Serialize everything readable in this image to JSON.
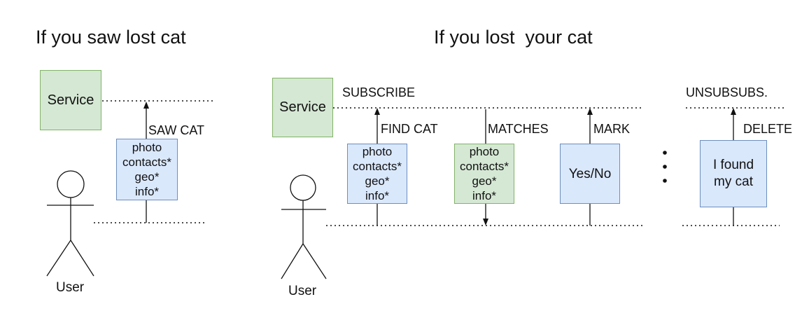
{
  "left": {
    "title": "If you saw lost cat",
    "service": "Service",
    "flow_label": "SAW CAT",
    "payload": "photo\ncontacts*\ngeo*\ninfo*",
    "user": "User"
  },
  "right": {
    "title": "If you lost  your cat",
    "service": "Service",
    "user": "User",
    "subscribe": "SUBSCRIBE",
    "unsubscribe": "UNSUBSUBS.",
    "find_cat_label": "FIND CAT",
    "find_cat_payload": "photo\ncontacts*\ngeo*\ninfo*",
    "matches_label": "MATCHES",
    "matches_payload": "photo\ncontacts*\ngeo*\ninfo*",
    "mark_label": "MARK",
    "mark_payload": "Yes/No",
    "delete_label": "DELETE",
    "delete_payload": "I found\nmy cat"
  }
}
